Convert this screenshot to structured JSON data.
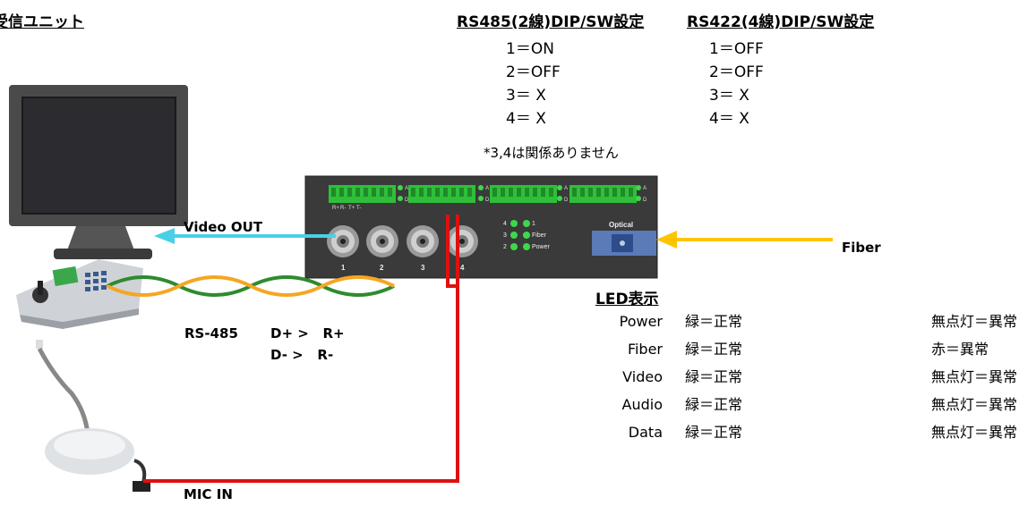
{
  "title": "受信ユニット",
  "dip": {
    "rs485": {
      "header": "RS485(2線)DIP/SW設定",
      "rows": [
        "1＝ON",
        "2＝OFF",
        "3＝ X",
        "4＝ X"
      ]
    },
    "rs422": {
      "header": "RS422(4線)DIP/SW設定",
      "rows": [
        "1＝OFF",
        "2＝OFF",
        "3＝ X",
        "4＝ X"
      ]
    },
    "note": "*3,4は関係ありません"
  },
  "device": {
    "terminal_labels": [
      "R+",
      "R-",
      "T+",
      "T-"
    ],
    "side_labels": [
      "A",
      "D"
    ],
    "bnc_numbers": [
      "1",
      "2",
      "3",
      "4"
    ],
    "optical_label": "Optical",
    "led_labels": [
      "1",
      "Fiber",
      "Power"
    ],
    "led_numbers": [
      "4",
      "3",
      "2"
    ]
  },
  "connections": {
    "video_out": "Video OUT",
    "fiber": "Fiber",
    "rs485": "RS-485",
    "d_plus": "D+ >   R+",
    "d_minus": "D- >   R-",
    "mic_in": "MIC IN"
  },
  "led_display": {
    "title": "LED表示",
    "rows": [
      {
        "name": "Power",
        "ok": "緑＝正常",
        "ng": "無点灯＝異常"
      },
      {
        "name": "Fiber",
        "ok": "緑＝正常",
        "ng": "赤＝異常"
      },
      {
        "name": "Video",
        "ok": "緑＝正常",
        "ng": "無点灯＝異常"
      },
      {
        "name": "Audio",
        "ok": "緑＝正常",
        "ng": "無点灯＝異常"
      },
      {
        "name": "Data",
        "ok": "緑＝正常",
        "ng": "無点灯＝異常"
      }
    ]
  },
  "colors": {
    "video_arrow": "#48d1e6",
    "fiber_arrow": "#ffc400",
    "mic_cable": "#e01010",
    "rs485_green": "#2e8b2e",
    "rs485_orange": "#f5a623",
    "terminal_green": "#2fbf3a",
    "device_body": "#3a3a3a"
  }
}
